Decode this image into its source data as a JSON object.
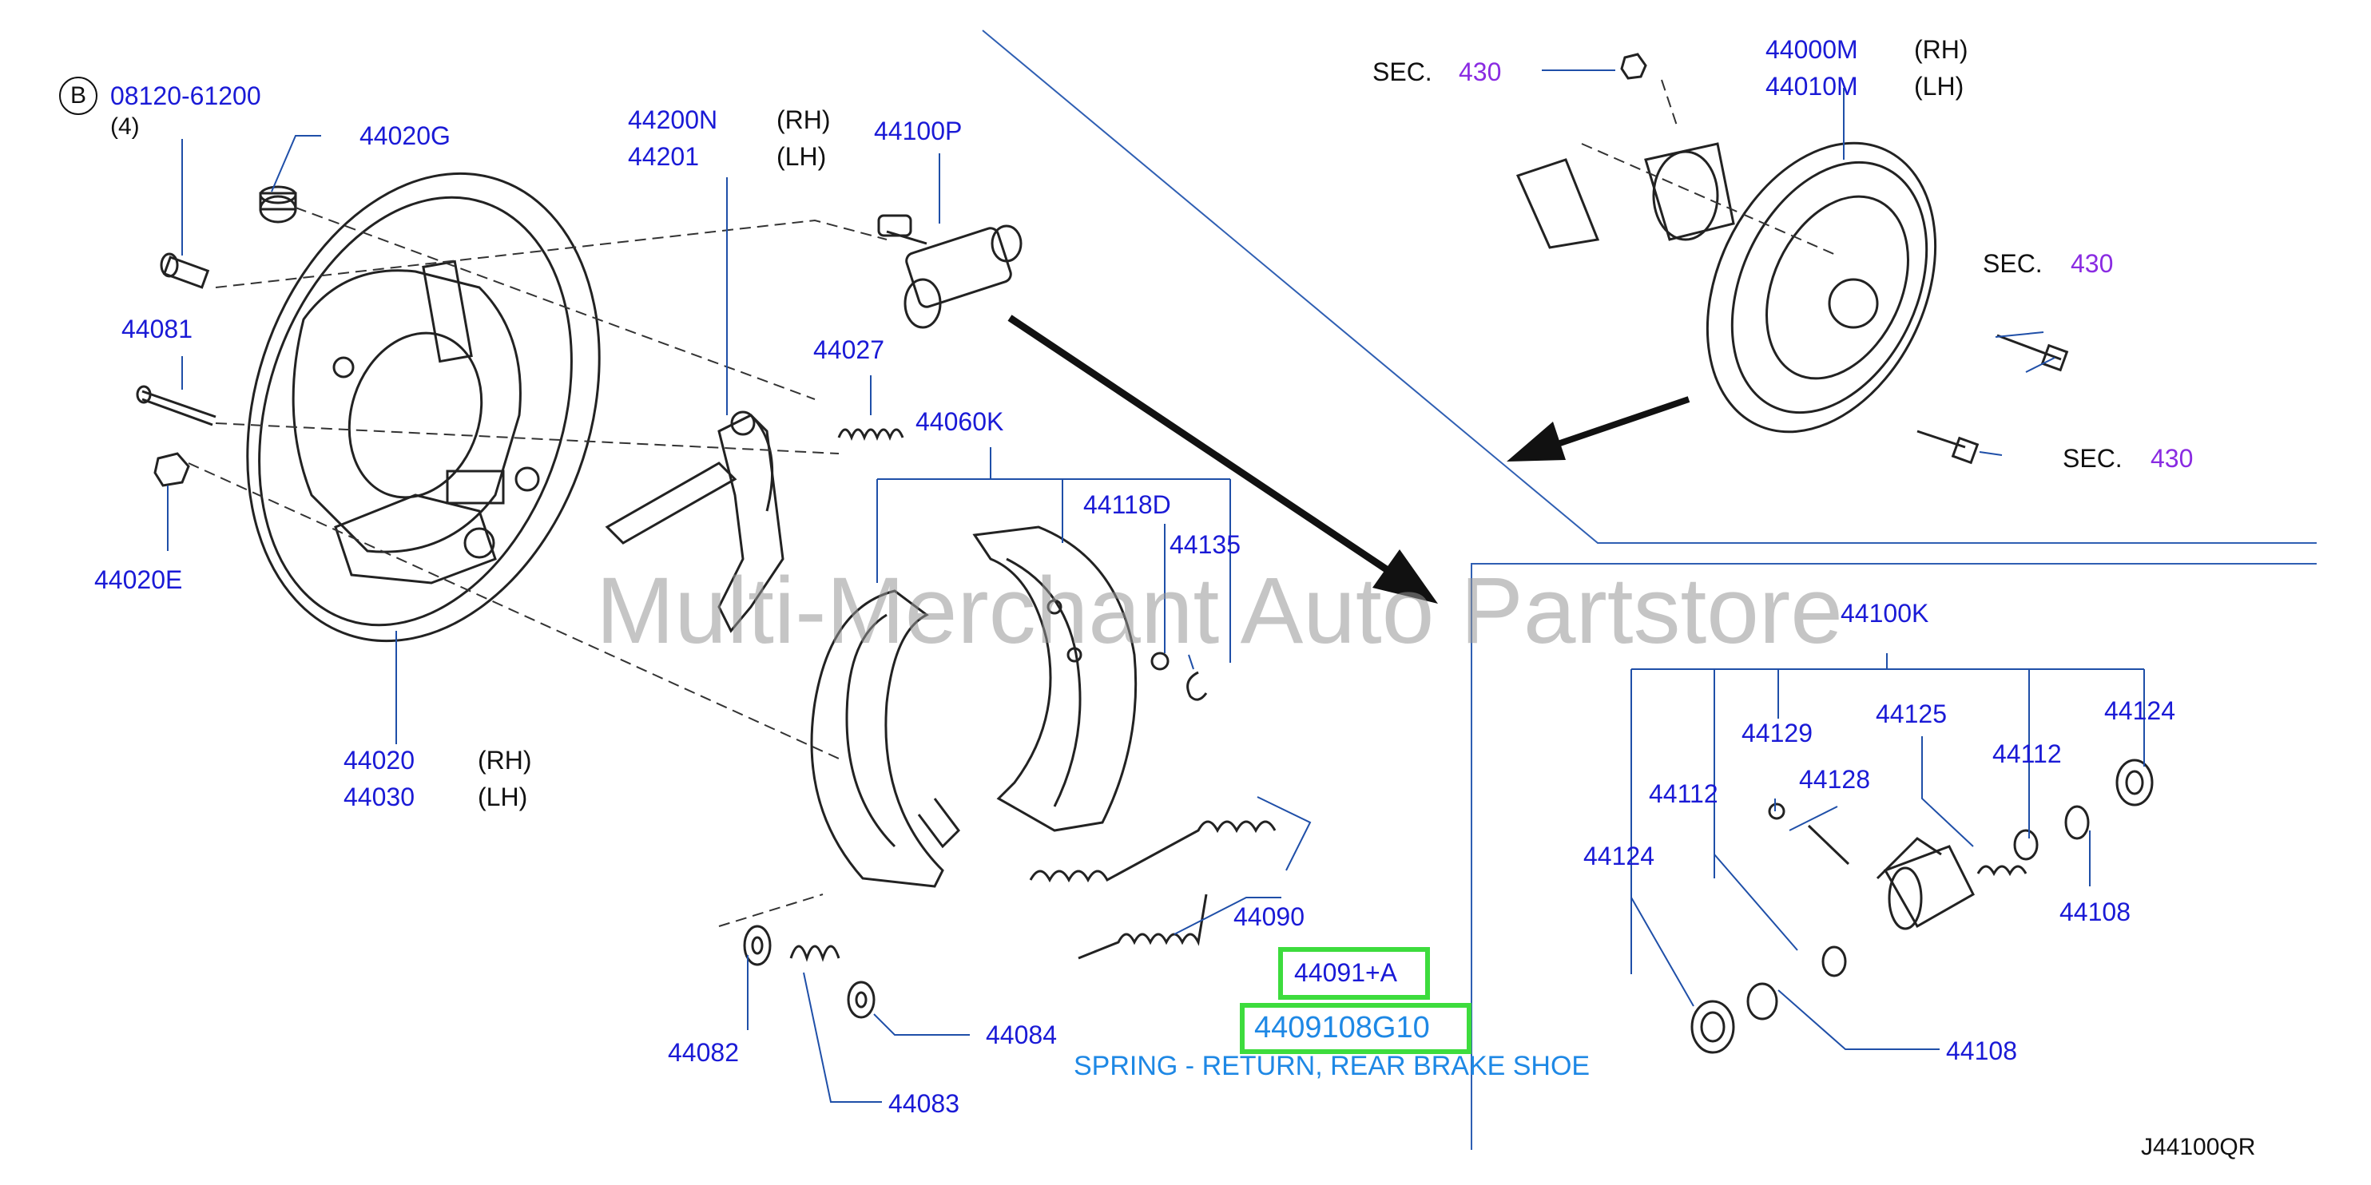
{
  "watermark": "Multi-Merchant Auto Partstore",
  "diagram_code": "J44100QR",
  "bolt_marker": "B",
  "bolt_part": "08120-61200",
  "bolt_qty": "(4)",
  "parts": {
    "p44020G": "44020G",
    "p44081": "44081",
    "p44020E": "44020E",
    "p44020": "44020",
    "p44030": "44030",
    "p44200N": "44200N",
    "p44201": "44201",
    "p44100P": "44100P",
    "p44027": "44027",
    "p44060K": "44060K",
    "p44118D": "44118D",
    "p44135": "44135",
    "p44090": "44090",
    "p44091A": "44091+A",
    "p4409108G10": "4409108G10",
    "p44082": "44082",
    "p44083": "44083",
    "p44084": "44084",
    "p44000M": "44000M",
    "p44010M": "44010M",
    "p44100K": "44100K",
    "p44129": "44129",
    "p44125": "44125",
    "p44124a": "44124",
    "p44112a": "44112",
    "p44128": "44128",
    "p44112b": "44112",
    "p44124b": "44124",
    "p44108a": "44108",
    "p44108b": "44108"
  },
  "side": {
    "rh": "(RH)",
    "lh": "(LH)"
  },
  "sec": {
    "label": "SEC.",
    "num": "430"
  },
  "description": "SPRING - RETURN, REAR BRAKE SHOE",
  "colors": {
    "label_blue": "#1a1ad6",
    "highlight_green": "#3ddc3d",
    "sec_purple": "#8a2be2",
    "desc_blue": "#1e88e5"
  }
}
